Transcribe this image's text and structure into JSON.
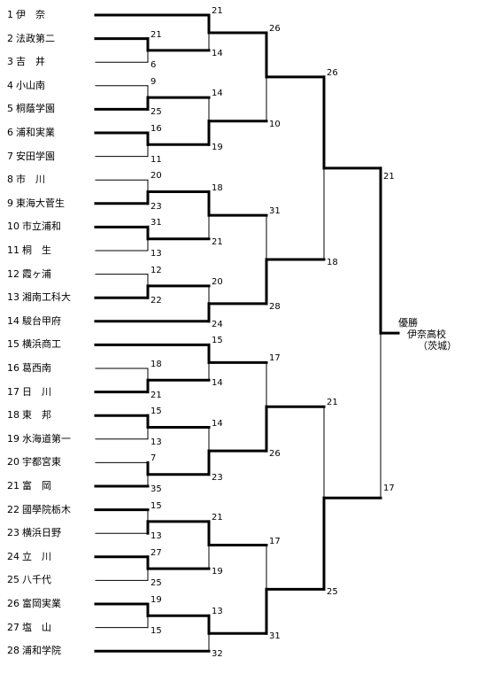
{
  "teams": [
    {
      "seed": "1",
      "name": "伊　奈"
    },
    {
      "seed": "2",
      "name": "法政第二"
    },
    {
      "seed": "3",
      "name": "吉　井"
    },
    {
      "seed": "4",
      "name": "小山南"
    },
    {
      "seed": "5",
      "name": "桐蔭学園"
    },
    {
      "seed": "6",
      "name": "浦和実業"
    },
    {
      "seed": "7",
      "name": "安田学園"
    },
    {
      "seed": "8",
      "name": "市　川"
    },
    {
      "seed": "9",
      "name": "東海大菅生"
    },
    {
      "seed": "10",
      "name": "市立浦和"
    },
    {
      "seed": "11",
      "name": "桐　生"
    },
    {
      "seed": "12",
      "name": "霞ヶ浦"
    },
    {
      "seed": "13",
      "name": "湘南工科大"
    },
    {
      "seed": "14",
      "name": "駿台甲府"
    },
    {
      "seed": "15",
      "name": "横浜商工"
    },
    {
      "seed": "16",
      "name": "葛西南"
    },
    {
      "seed": "17",
      "name": "日　川"
    },
    {
      "seed": "18",
      "name": "東　邦"
    },
    {
      "seed": "19",
      "name": "水海道第一"
    },
    {
      "seed": "20",
      "name": "宇都宮東"
    },
    {
      "seed": "21",
      "name": "富　岡"
    },
    {
      "seed": "22",
      "name": "國學院栃木"
    },
    {
      "seed": "23",
      "name": "横浜日野"
    },
    {
      "seed": "24",
      "name": "立　川"
    },
    {
      "seed": "25",
      "name": "八千代"
    },
    {
      "seed": "26",
      "name": "富岡実業"
    },
    {
      "seed": "27",
      "name": "塩　山"
    },
    {
      "seed": "28",
      "name": "浦和学院"
    }
  ],
  "scores": {
    "r1": [
      "21",
      "6",
      "9",
      "25",
      "16",
      "11",
      "20",
      "23",
      "31",
      "13",
      "12",
      "22",
      "18",
      "21",
      "15",
      "13",
      "7",
      "35",
      "15",
      "13",
      "27",
      "25",
      "19",
      "15"
    ],
    "r2": [
      "21",
      "14",
      "14",
      "19",
      "18",
      "21",
      "20",
      "24",
      "15",
      "14",
      "14",
      "23",
      "21",
      "19",
      "13",
      "32"
    ],
    "r3": [
      "26",
      "10",
      "31",
      "28",
      "17",
      "26",
      "17",
      "31"
    ],
    "r4": [
      "26",
      "18",
      "21",
      "25"
    ],
    "r5": [
      "21",
      "17"
    ]
  },
  "winner": {
    "title": "優勝",
    "school": "伊奈高校",
    "pref": "（茨城）"
  }
}
